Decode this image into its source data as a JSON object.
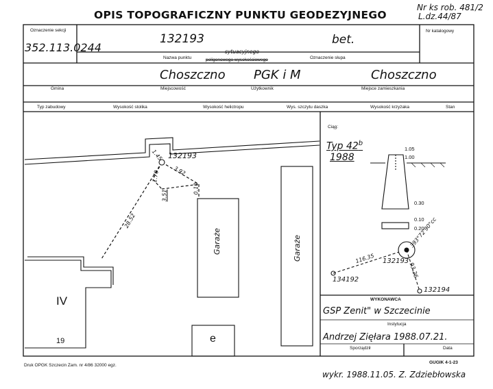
{
  "header": {
    "title": "OPIS TOPOGRAFICZNY PUNKTU GEODEZYJNEGO",
    "ref_line1": "Nr ks rob. 481/2",
    "ref_line2": "L.dz.44/87"
  },
  "fields": {
    "sekcja_label": "Oznaczenie sekcji",
    "sekcja_value": "352.113.0244",
    "punkt_value": "132193",
    "nazwa_label": "Nazwa punktu",
    "nazwa_value": "sytuacyjnego",
    "nazwa_struck": "poligonowego wysokościowego",
    "slupa_label": "Oznaczenie słupa",
    "slupa_value": "bet.",
    "katalog_label": "Nr katalogowy",
    "gmina_label": "Gmina",
    "gmina_value": "Choszczno",
    "miejscowosc_label": "Miejscowość",
    "uzytkownik_label": "Użytkownik",
    "uzytkownik_value": "PGK i M",
    "zamieszkania_label": "Miejsce zamieszkania",
    "zamieszkania_value": "Choszczno",
    "typ_zabudowy": "Typ zabudowy",
    "wys_stolika": "Wysokość stolika",
    "wys_heli": "Wysokość helictropu",
    "wys_daszka": "Wys. szczytu daszka",
    "wys_krzyzaka": "Wysokość krzyżaka",
    "stan": "Stan"
  },
  "sketch": {
    "point_label": "132193",
    "d1": "1.45",
    "d2": "3.92",
    "d3": "1.70",
    "d4": "3.51",
    "d5": "0.10",
    "d6": "28.52",
    "garage1": "Garaże",
    "garage2": "Garaże",
    "area_iv": "IV",
    "num_19": "19",
    "letter_e": "e"
  },
  "right_panel": {
    "ciag_label": "Ciąg:",
    "typ": "Typ 42",
    "typ_sup": "b",
    "year": "1988",
    "h1": "1.05",
    "h2": "1.00",
    "h3": "0.30",
    "h4": "0.10",
    "h5": "0.20",
    "p_center": "132193",
    "p_left": "134192",
    "p_right": "132194",
    "dist_left": "116.35",
    "dist_right": "93.26",
    "angle": "393°72'90\"cc"
  },
  "wykonawca": {
    "label": "WYKONAWCA",
    "value": "GSP Zenit\" w Szczecinie",
    "instytucja_label": "Instytucja",
    "sporzadzil_value": "Andrzej Zięłara 1988.07.21.",
    "sporzadzil_label": "Sporządził",
    "data_label": "Data"
  },
  "footer": {
    "druk": "Druk OPGK Szczecin Zam. nr 4/86   32000 egz.",
    "gugik": "GUGIK 4-1-23",
    "wykr": "wykr. 1988.11.05. Z. Zdziebłowska"
  }
}
